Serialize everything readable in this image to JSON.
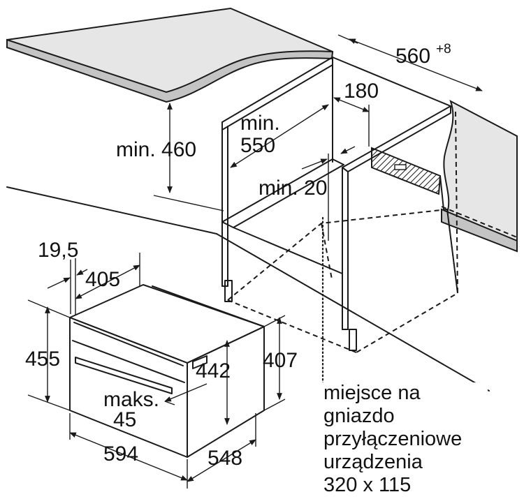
{
  "dimensions": {
    "width_560": "560",
    "width_560_tolerance": "+8",
    "d_180": "180",
    "min_550_line1": "min.",
    "min_550_line2": "550",
    "min_460": "min. 460",
    "min_20": "min. 20",
    "d_19_5": "19,5",
    "d_405": "405",
    "d_455": "455",
    "d_442": "442",
    "d_407": "407",
    "maks_line1": "maks.",
    "maks_line2": "45",
    "d_594": "594",
    "d_548": "548"
  },
  "note": {
    "lines": [
      "miejsce na",
      "gniazdo",
      "przyłączeniowe",
      "urządzenia",
      "320 x 115"
    ]
  },
  "colors": {
    "countertop_top": "#e6e6e6",
    "countertop_edge": "#c4c4c4",
    "line": "#1a1a1a"
  }
}
